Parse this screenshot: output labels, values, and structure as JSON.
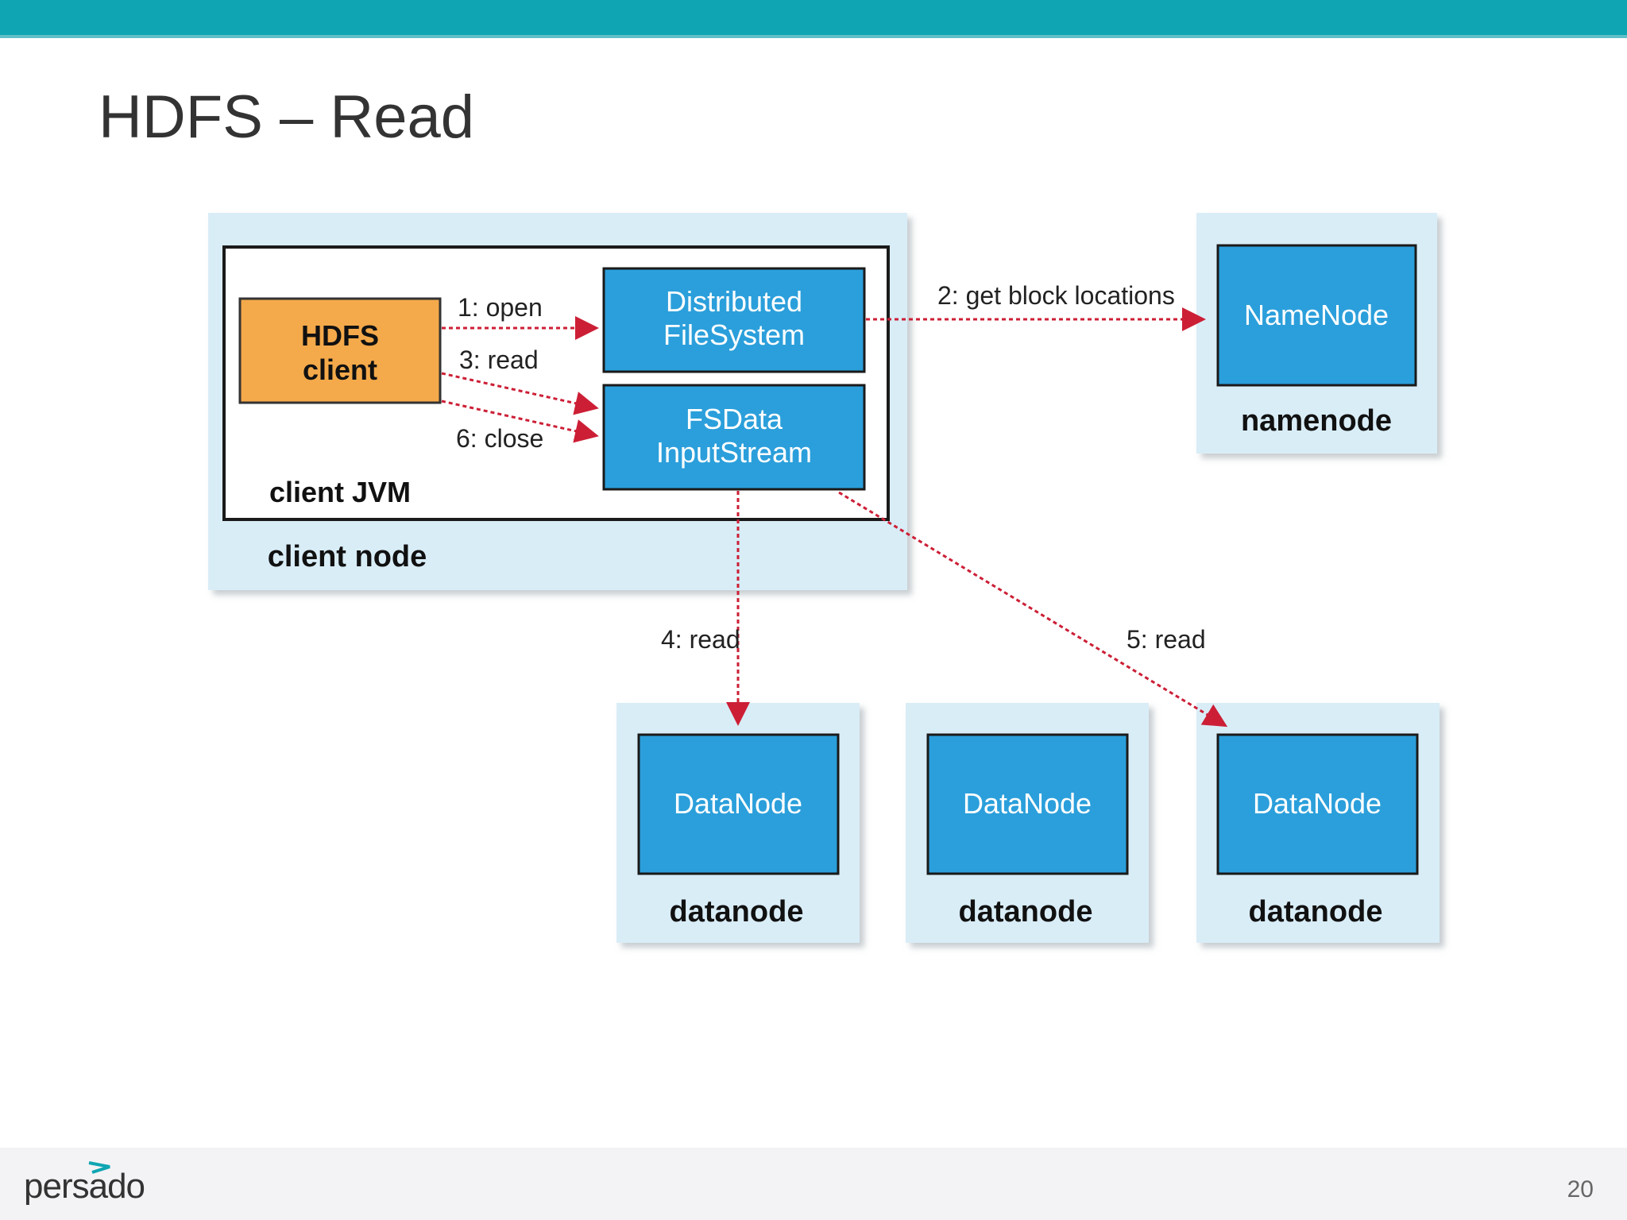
{
  "slide": {
    "title": "HDFS – Read",
    "page_number": "20",
    "logo_text": "persado"
  },
  "colors": {
    "top_bar": "#0fa5b2",
    "node_panel": "#d9edf7",
    "component_blue": "#2b9fdb",
    "client_orange": "#f4a94a",
    "arrow_red": "#cc1f36"
  },
  "diagram": {
    "client_node": {
      "label": "client node",
      "jvm_label": "client JVM",
      "hdfs_client": {
        "line1": "HDFS",
        "line2": "client"
      },
      "distributed_fs": {
        "line1": "Distributed",
        "line2": "FileSystem"
      },
      "fsdata_input": {
        "line1": "FSData",
        "line2": "InputStream"
      }
    },
    "namenode": {
      "box": "NameNode",
      "label": "namenode"
    },
    "datanodes": [
      {
        "box": "DataNode",
        "label": "datanode"
      },
      {
        "box": "DataNode",
        "label": "datanode"
      },
      {
        "box": "DataNode",
        "label": "datanode"
      }
    ],
    "edges": {
      "open": "1: open",
      "get_block": "2: get block locations",
      "read3": "3: read",
      "read4": "4: read",
      "read5": "5: read",
      "close": "6: close"
    }
  }
}
